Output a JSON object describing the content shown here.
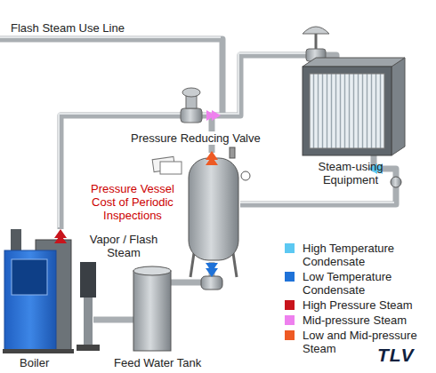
{
  "diagram": {
    "labels": [
      "Flash Steam Use Line",
      "Pressure Reducing Valve",
      "Steam-using Equipment",
      "Pressure Vessel Cost of Periodic Inspections",
      "Vapor / Flash Steam",
      "Boiler",
      "Feed Water Tank",
      "TLV"
    ],
    "legend": [
      {
        "text": "High Temperature Condensate",
        "color": "#5cc8f2"
      },
      {
        "text": "Low Temperature Condensate",
        "color": "#1f72d8"
      },
      {
        "text": "High Pressure Steam",
        "color": "#c8141c"
      },
      {
        "text": "Mid-pressure Steam",
        "color": "#ee80ee"
      },
      {
        "text": "Low and Mid-pressure Steam",
        "color": "#ee5a24"
      }
    ]
  }
}
